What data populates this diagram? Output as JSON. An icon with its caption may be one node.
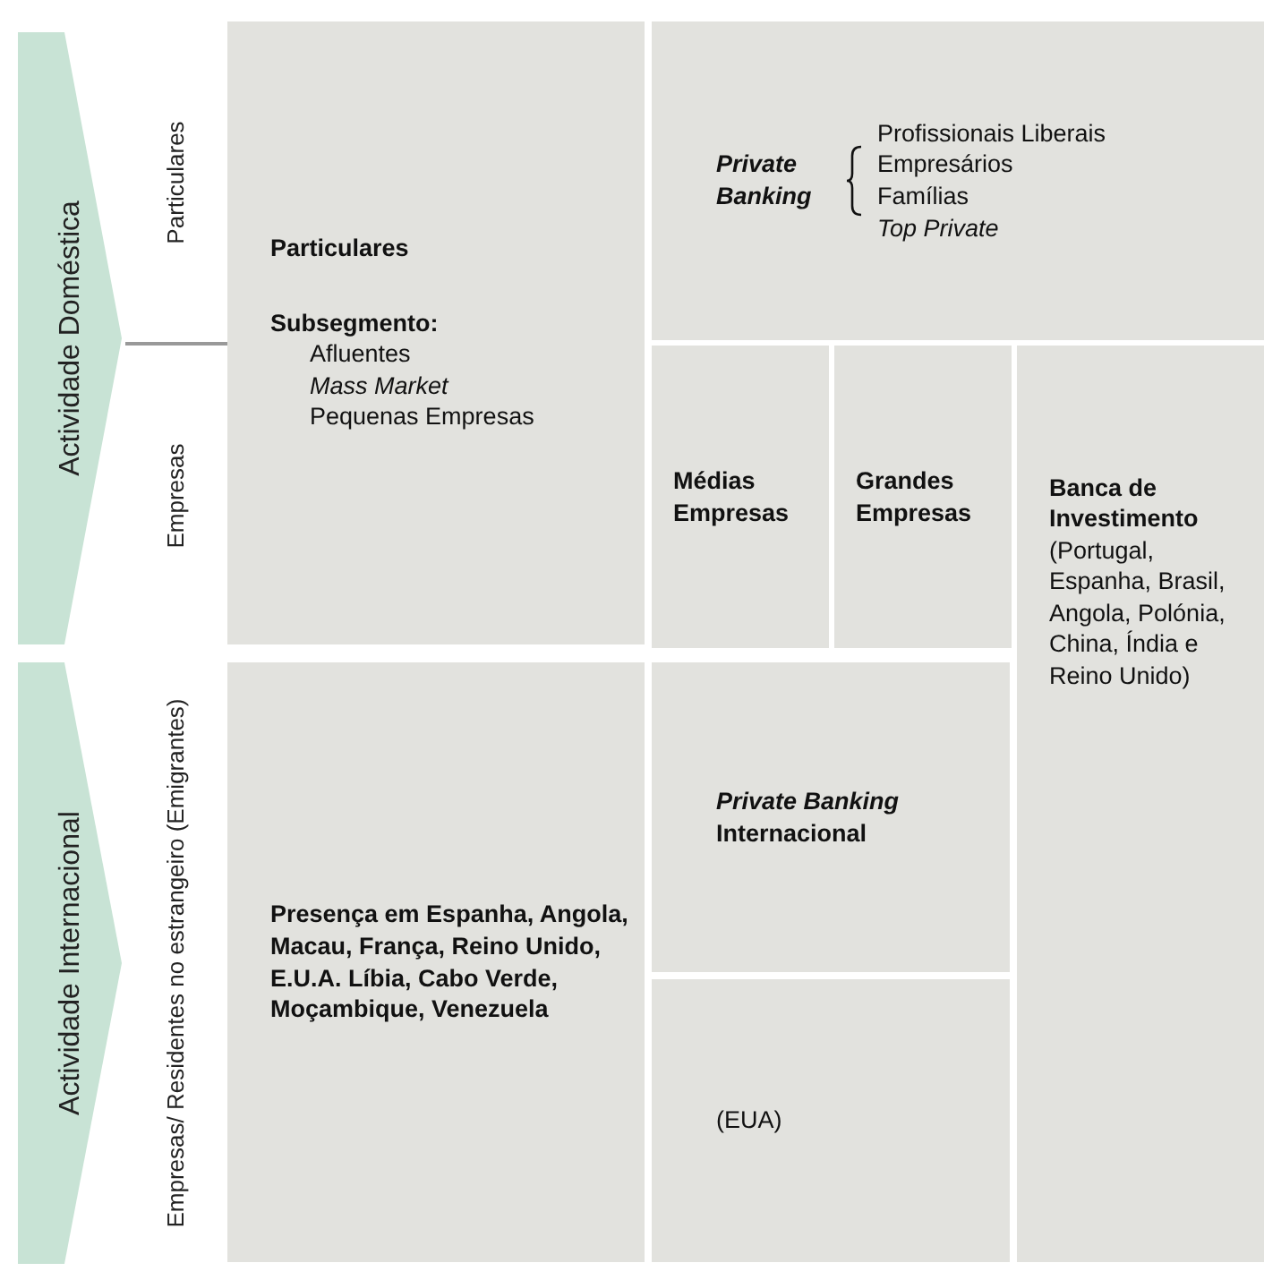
{
  "diagram": {
    "nodes": [
      {
        "text": [
          "Actividade Doméstica"
        ]
      },
      {
        "text": [
          "Particulares",
          "Subsegmento:",
          "Afluentes",
          "Mass Market",
          "Pequenas Empresas"
        ]
      },
      {
        "text": [
          "Private Banking",
          "Profissionais Liberais",
          "Empresários",
          "Famílias",
          "Top Private"
        ]
      },
      {
        "text": [
          "Médias Empresas"
        ]
      },
      {
        "text": [
          "Grandes Empresas"
        ]
      },
      {
        "text": [
          "Banca de Investimento",
          "(Portugal, Espanha, Brasil, Angola, Polónia, China, Índia e Reino Unido)"
        ]
      },
      {
        "text": [
          "Actividade Internacional"
        ]
      },
      {
        "text": [
          "Presença em Espanha, Angola, Macau, França, Reino Unido, E.U.A. Líbia, Cabo Verde, Moçambique, Venezuela"
        ]
      },
      {
        "text": [
          "*Private Banking* Internacional"
        ]
      },
      {
        "text": [
          "(EUA)"
        ]
      }
    ],
    "labels": [
      "Particulares",
      "Empresas",
      "Empresas/ Residentes no estrangeiro (Emigrantes)"
    ]
  }
}
